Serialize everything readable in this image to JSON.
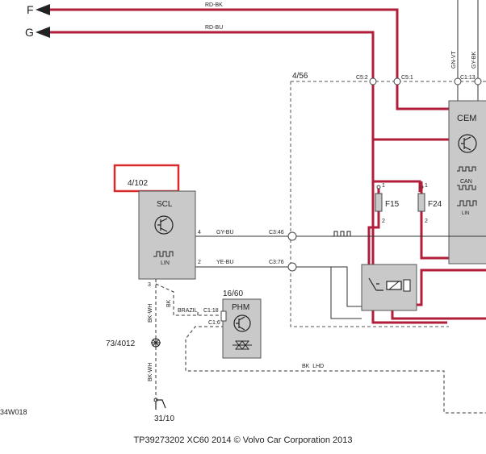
{
  "colors": {
    "power_wire": "#b01e3a",
    "signal_wire": "#333333",
    "module_fill": "#c9c9c9",
    "highlight_box": "#d92b2b"
  },
  "connectors": {
    "f": "F",
    "g": "G"
  },
  "wires": {
    "rd_bk": "RD-BK",
    "rd_bu": "RD-BU",
    "gn_vt": "GN-VT",
    "gy_bk": "GY-BK",
    "gy_bu": "GY-BU",
    "ye_bu": "YE-BU",
    "bk_wh_1": "BK-WH",
    "bk_wh_2": "BK-WH",
    "bk_1": "BK",
    "brazil": "BRAZIL",
    "bk_lhd": "BK  LHD"
  },
  "components": {
    "scl": {
      "id": "4/102",
      "name": "SCL",
      "lin": "LIN",
      "pin_4": "4",
      "pin_2": "2",
      "pin_3": "3"
    },
    "cem": {
      "id": "4/56",
      "name": "CEM",
      "can": "CAN",
      "lin": "LIN"
    },
    "phm": {
      "id": "16/60",
      "name": "PHM"
    },
    "fuse_f15": {
      "name": "F15",
      "pin_top": "1",
      "pin_bottom": "2"
    },
    "fuse_f24": {
      "name": "F24",
      "pin_top": "1",
      "pin_bottom": "2"
    },
    "ground_point": {
      "id": "73/4012"
    },
    "ground": {
      "id": "31/10"
    }
  },
  "pins": {
    "c5_2": "C5:2",
    "c5_1": "C5:1",
    "c1_13": "C1:13",
    "c3_46": "C3:46",
    "c3_76": "C3:76",
    "c1_18": "C1:18",
    "c1_6": "C1:6"
  },
  "footer": {
    "doc_id": "34W018",
    "copyright": "TP39273202 XC60 2014 © Volvo Car Corporation 2013"
  }
}
